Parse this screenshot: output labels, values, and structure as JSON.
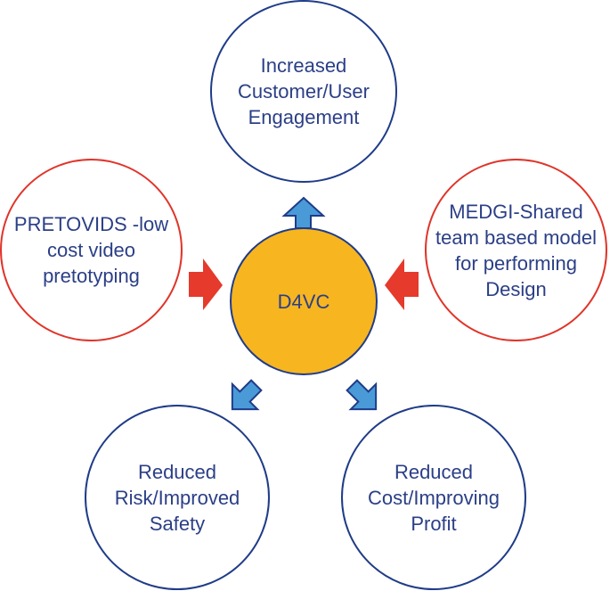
{
  "nodes": {
    "center": {
      "text": "D4VC"
    },
    "top": {
      "text": "Increased\nCustomer/User\nEngagement"
    },
    "left": {
      "text": "PRETOVIDS -low\ncost video\npretotyping"
    },
    "right": {
      "text": "MEDGI-Shared\nteam based model\nfor performing\nDesign"
    },
    "bottom_left": {
      "text": "Reduced\nRisk/Improved\nSafety"
    },
    "bottom_right": {
      "text": "Reduced\nCost/Improving\nProfit"
    }
  },
  "colors": {
    "center_fill": "#f7b520",
    "outcome_border": "#1f3c88",
    "input_border": "#e0342a",
    "outcome_arrow": "#4a9ad8",
    "input_arrow": "#e53a2c",
    "text": "#2b3f86"
  }
}
